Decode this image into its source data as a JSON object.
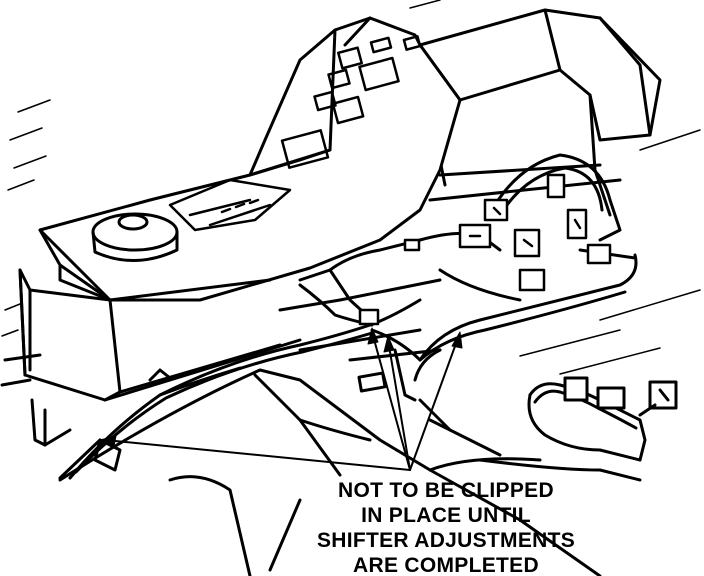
{
  "figure": {
    "ink_color": "#000000",
    "background_color": "#ffffff",
    "callout": {
      "lines": [
        "NOT TO BE CLIPPED",
        "IN PLACE UNTIL",
        "SHIFTER ADJUSTMENTS",
        "ARE COMPLETED"
      ]
    }
  }
}
